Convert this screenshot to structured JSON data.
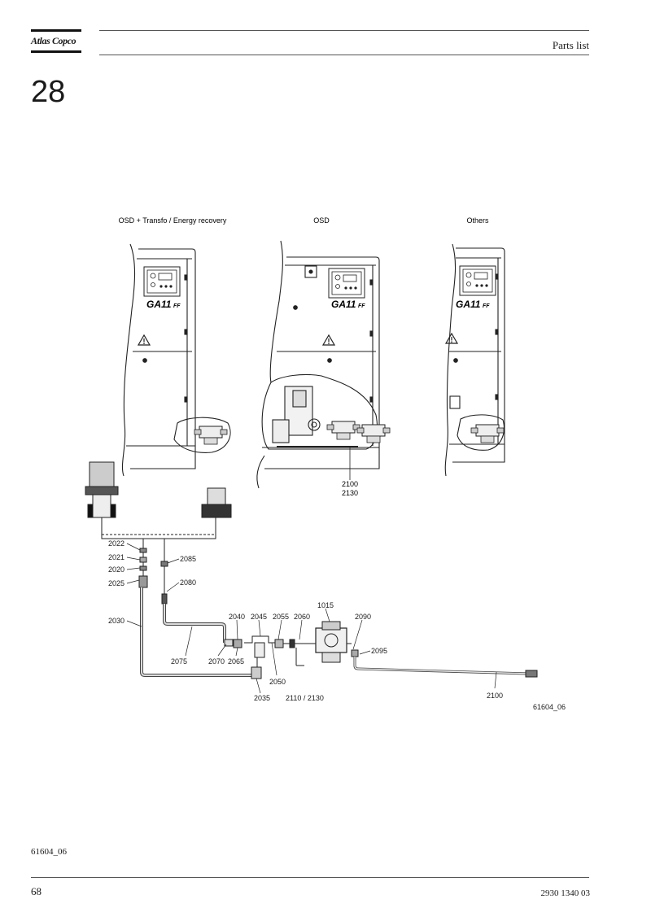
{
  "header": {
    "brand": "Atlas Copco",
    "title": "Parts list"
  },
  "section": {
    "number": "28"
  },
  "figure": {
    "panel_titles": [
      "OSD + Transfo / Energy recovery",
      "OSD",
      "Others"
    ],
    "model_badge": "GA11",
    "model_suffix": "FF",
    "figure_code": "61604_06",
    "callouts": {
      "c2100a": "2100",
      "c2130a": "2130",
      "c2022": "2022",
      "c2021": "2021",
      "c2020": "2020",
      "c2025": "2025",
      "c2085": "2085",
      "c2080": "2080",
      "c2030": "2030",
      "c1015": "1015",
      "c2040": "2040",
      "c2045": "2045",
      "c2055": "2055",
      "c2060": "2060",
      "c2090": "2090",
      "c2095": "2095",
      "c2075": "2075",
      "c2070": "2070",
      "c2065": "2065",
      "c2050": "2050",
      "c2035": "2035",
      "c2110": "2110 / 2130",
      "c2100b": "2100"
    }
  },
  "footer": {
    "figure_code": "61604_06",
    "page_number": "68",
    "doc_number": "2930 1340 03"
  }
}
